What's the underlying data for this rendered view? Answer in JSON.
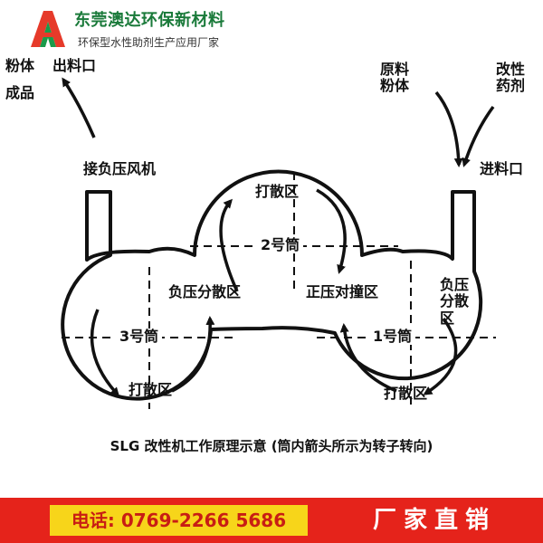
{
  "header": {
    "company": "东莞澳达环保新材料",
    "tagline": "环保型水性助剂生产应用厂家"
  },
  "diagram": {
    "labels": {
      "powder_product_line1": "粉体",
      "powder_product_line2": "成品",
      "outlet": "出料口",
      "fan": "接负压风机",
      "raw_line1": "原料",
      "raw_line2": "粉体",
      "modifier_line1": "改性",
      "modifier_line2": "药剂",
      "inlet": "进料口",
      "disperse_top": "打散区",
      "cyl2": "2号筒",
      "neg_left": "负压分散区",
      "pos_center": "正压对撞区",
      "neg_right_1": "负压",
      "neg_right_2": "分散",
      "neg_right_3": "区",
      "cyl3": "3号筒",
      "cyl1": "1号筒",
      "disperse_left": "打散区",
      "disperse_right": "打散区"
    },
    "caption": "SLG 改性机工作原理示意 (筒内箭头所示为转子转向)"
  },
  "footer": {
    "phone": "电话: 0769-2266 5686",
    "direct": "厂家直销"
  }
}
